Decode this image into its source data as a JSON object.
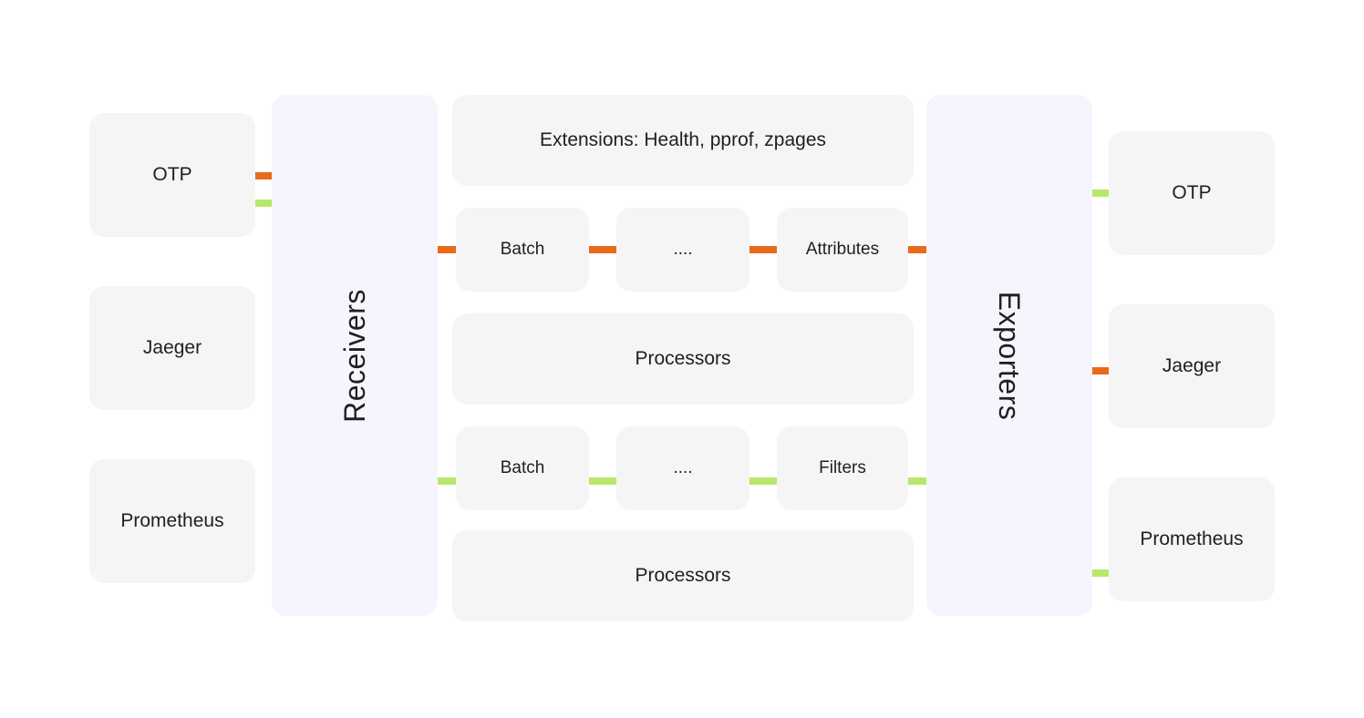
{
  "colors": {
    "traces_line": "#e86a1a",
    "metrics_line": "#b8e86a",
    "box_bg": "#f5f5f5",
    "column_bg": "#f6f4fd"
  },
  "sources": [
    "OTP",
    "Jaeger",
    "Prometheus"
  ],
  "receivers_label": "Receivers",
  "extensions_label": "Extensions: Health, pprof, zpages",
  "pipeline_top": {
    "steps": [
      "Batch",
      "....",
      "Attributes"
    ],
    "label": "Processors"
  },
  "pipeline_bottom": {
    "steps": [
      "Batch",
      "....",
      "Filters"
    ],
    "label": "Processors"
  },
  "exporters_label": "Exporters",
  "destinations": [
    "OTP",
    "Jaeger",
    "Prometheus"
  ]
}
